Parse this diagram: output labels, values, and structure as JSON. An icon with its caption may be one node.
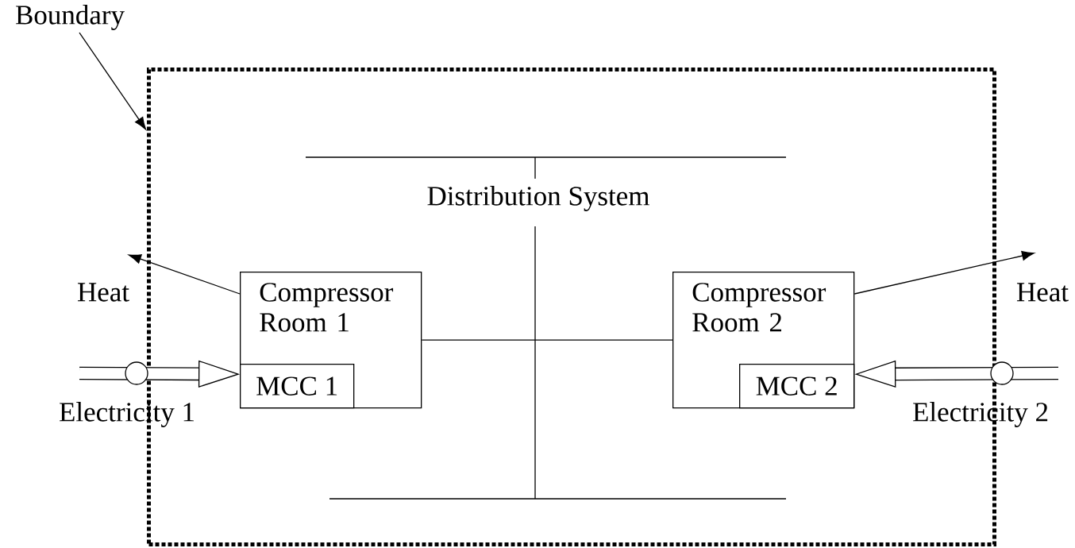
{
  "diagram": {
    "nodes": [
      {
        "text": [
          "Boundary"
        ]
      },
      {
        "text": [],
        "shape": "box"
      },
      {
        "text": [
          "Compressor Room 1"
        ],
        "in": 1
      },
      {
        "text": [
          "MCC 1"
        ],
        "in": 2
      },
      {
        "text": [
          "Compressor Room 2"
        ],
        "in": 1
      },
      {
        "text": [
          "MCC 2"
        ],
        "in": 4
      },
      {
        "text": [
          "Heat"
        ]
      },
      {
        "text": [
          "Heat"
        ]
      }
    ],
    "edges": [
      {
        "from": 0,
        "to": 1,
        "arrow": "to"
      },
      {
        "from": 2,
        "to": 6,
        "arrow": "to"
      },
      {
        "from": 4,
        "to": 7,
        "arrow": "to"
      },
      {
        "from": 2,
        "to": 4,
        "arrow": "none"
      },
      {
        "from": null,
        "to": 3,
        "arrow": "to",
        "style": "thick"
      },
      {
        "from": null,
        "to": 5,
        "arrow": "to",
        "style": "thick"
      }
    ],
    "labels": [
      "Distribution System",
      "Electricity 1",
      "Electricity 2"
    ]
  }
}
